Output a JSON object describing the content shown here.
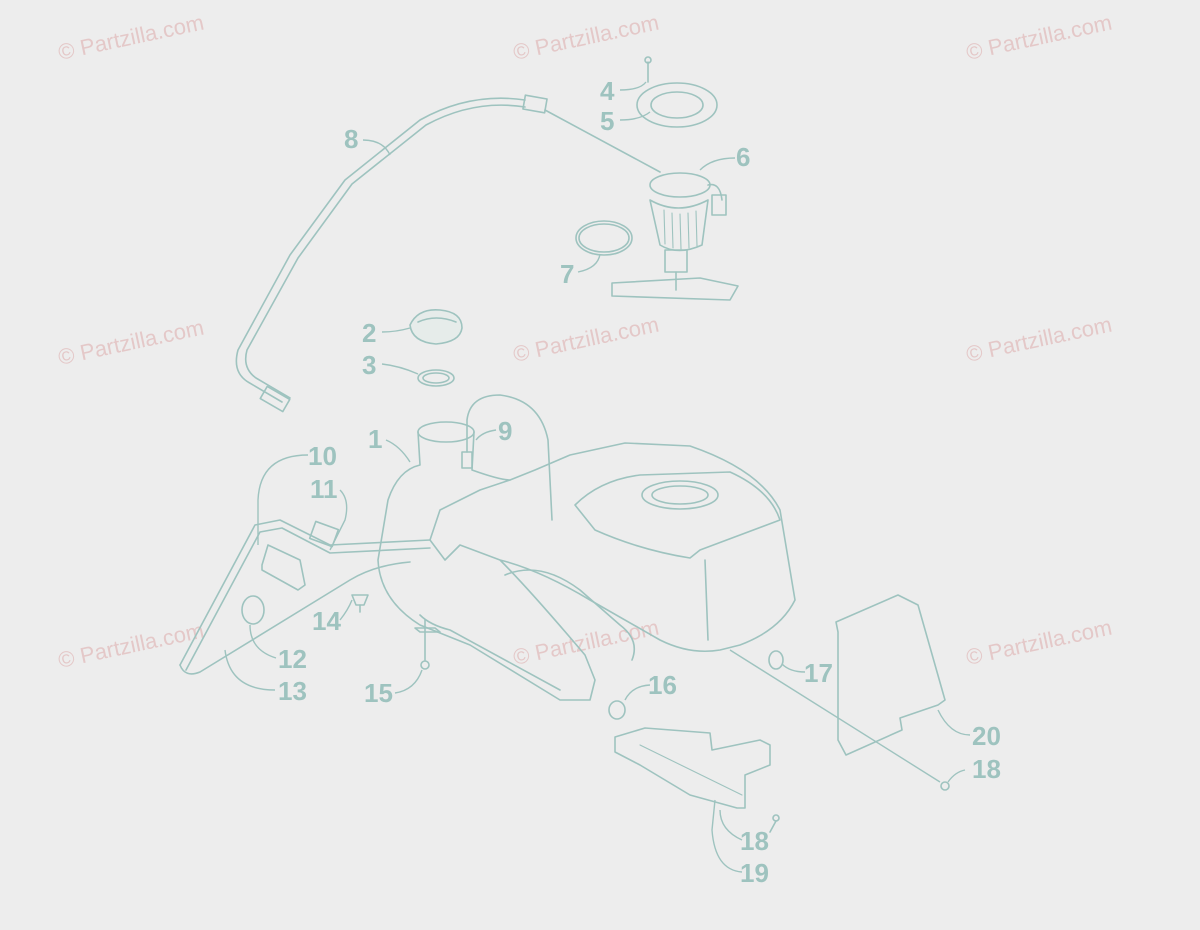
{
  "watermark": "© Partzilla.com",
  "callouts": [
    {
      "id": "c1",
      "label": "1"
    },
    {
      "id": "c2",
      "label": "2"
    },
    {
      "id": "c3",
      "label": "3"
    },
    {
      "id": "c4",
      "label": "4"
    },
    {
      "id": "c5",
      "label": "5"
    },
    {
      "id": "c6",
      "label": "6"
    },
    {
      "id": "c7",
      "label": "7"
    },
    {
      "id": "c8",
      "label": "8"
    },
    {
      "id": "c9",
      "label": "9"
    },
    {
      "id": "c10",
      "label": "10"
    },
    {
      "id": "c11",
      "label": "11"
    },
    {
      "id": "c12",
      "label": "12"
    },
    {
      "id": "c13",
      "label": "13"
    },
    {
      "id": "c14",
      "label": "14"
    },
    {
      "id": "c15",
      "label": "15"
    },
    {
      "id": "c16",
      "label": "16"
    },
    {
      "id": "c17",
      "label": "17"
    },
    {
      "id": "c18a",
      "label": "18"
    },
    {
      "id": "c18b",
      "label": "18"
    },
    {
      "id": "c19",
      "label": "19"
    },
    {
      "id": "c20",
      "label": "20"
    }
  ],
  "colors": {
    "line": "#9ec3bf",
    "watermark": "#e4c7c7",
    "background": "#ededed"
  }
}
